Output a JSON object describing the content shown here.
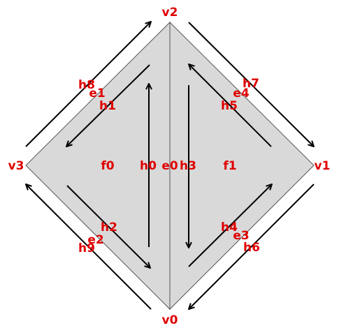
{
  "diagram": {
    "label_color": "#e00000",
    "face_color": "#d9d9d9",
    "vertices": [
      "v0",
      "v1",
      "v2",
      "v3"
    ],
    "edges": [
      "e0",
      "e1",
      "e2",
      "e3",
      "e4"
    ],
    "faces": [
      "f0",
      "f1"
    ],
    "half_edges": [
      "h0",
      "h1",
      "h2",
      "h3",
      "h4",
      "h5",
      "h6",
      "h7",
      "h8",
      "h9"
    ]
  }
}
